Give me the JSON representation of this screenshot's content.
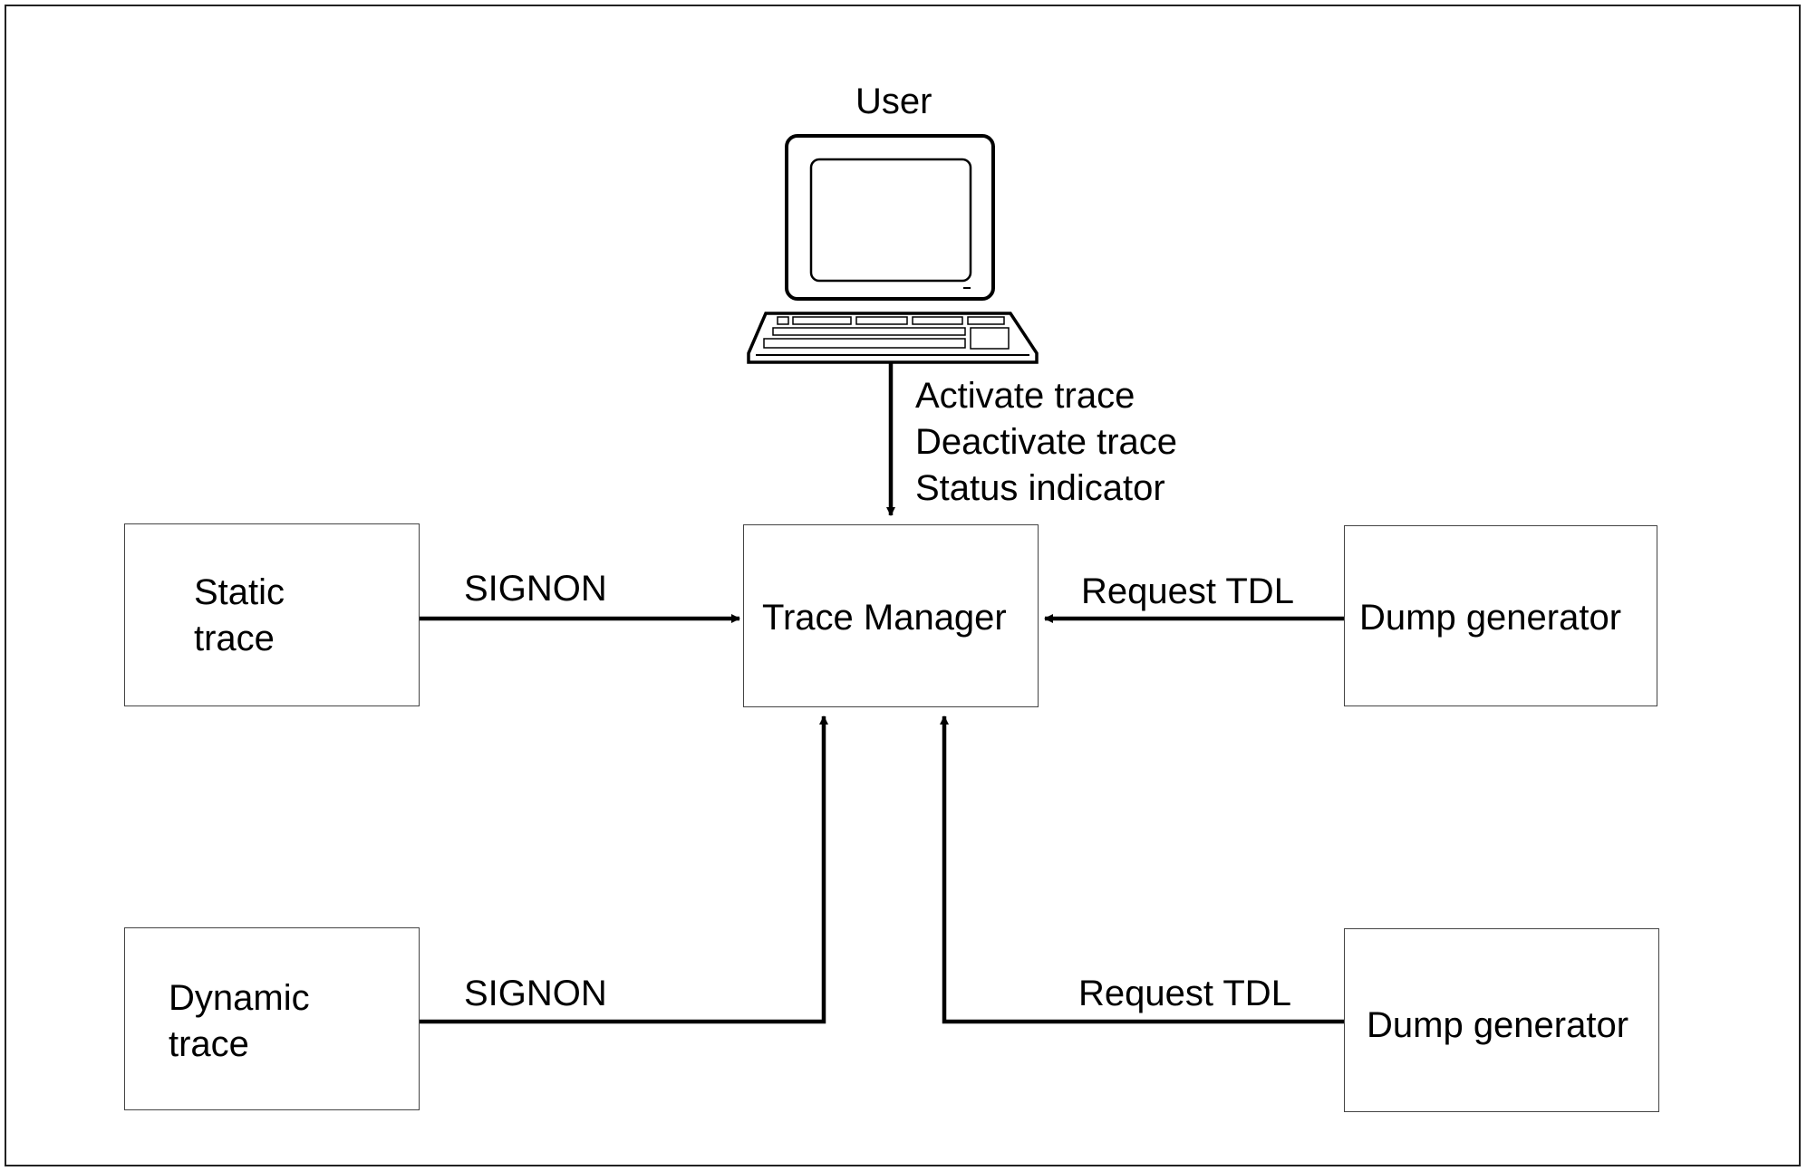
{
  "user": {
    "label": "User"
  },
  "commands": [
    "Activate trace",
    "Deactivate trace",
    "Status indicator"
  ],
  "trace_manager": {
    "label": "Trace Manager"
  },
  "static_trace": {
    "line1": "Static",
    "line2": "trace"
  },
  "dynamic_trace": {
    "line1": "Dynamic",
    "line2": "trace"
  },
  "dump_generator_top": {
    "label": "Dump generator"
  },
  "dump_generator_bottom": {
    "label": "Dump generator"
  },
  "edges": {
    "static_signon": "SIGNON",
    "dynamic_signon": "SIGNON",
    "top_request": "Request TDL",
    "bottom_request": "Request TDL"
  }
}
